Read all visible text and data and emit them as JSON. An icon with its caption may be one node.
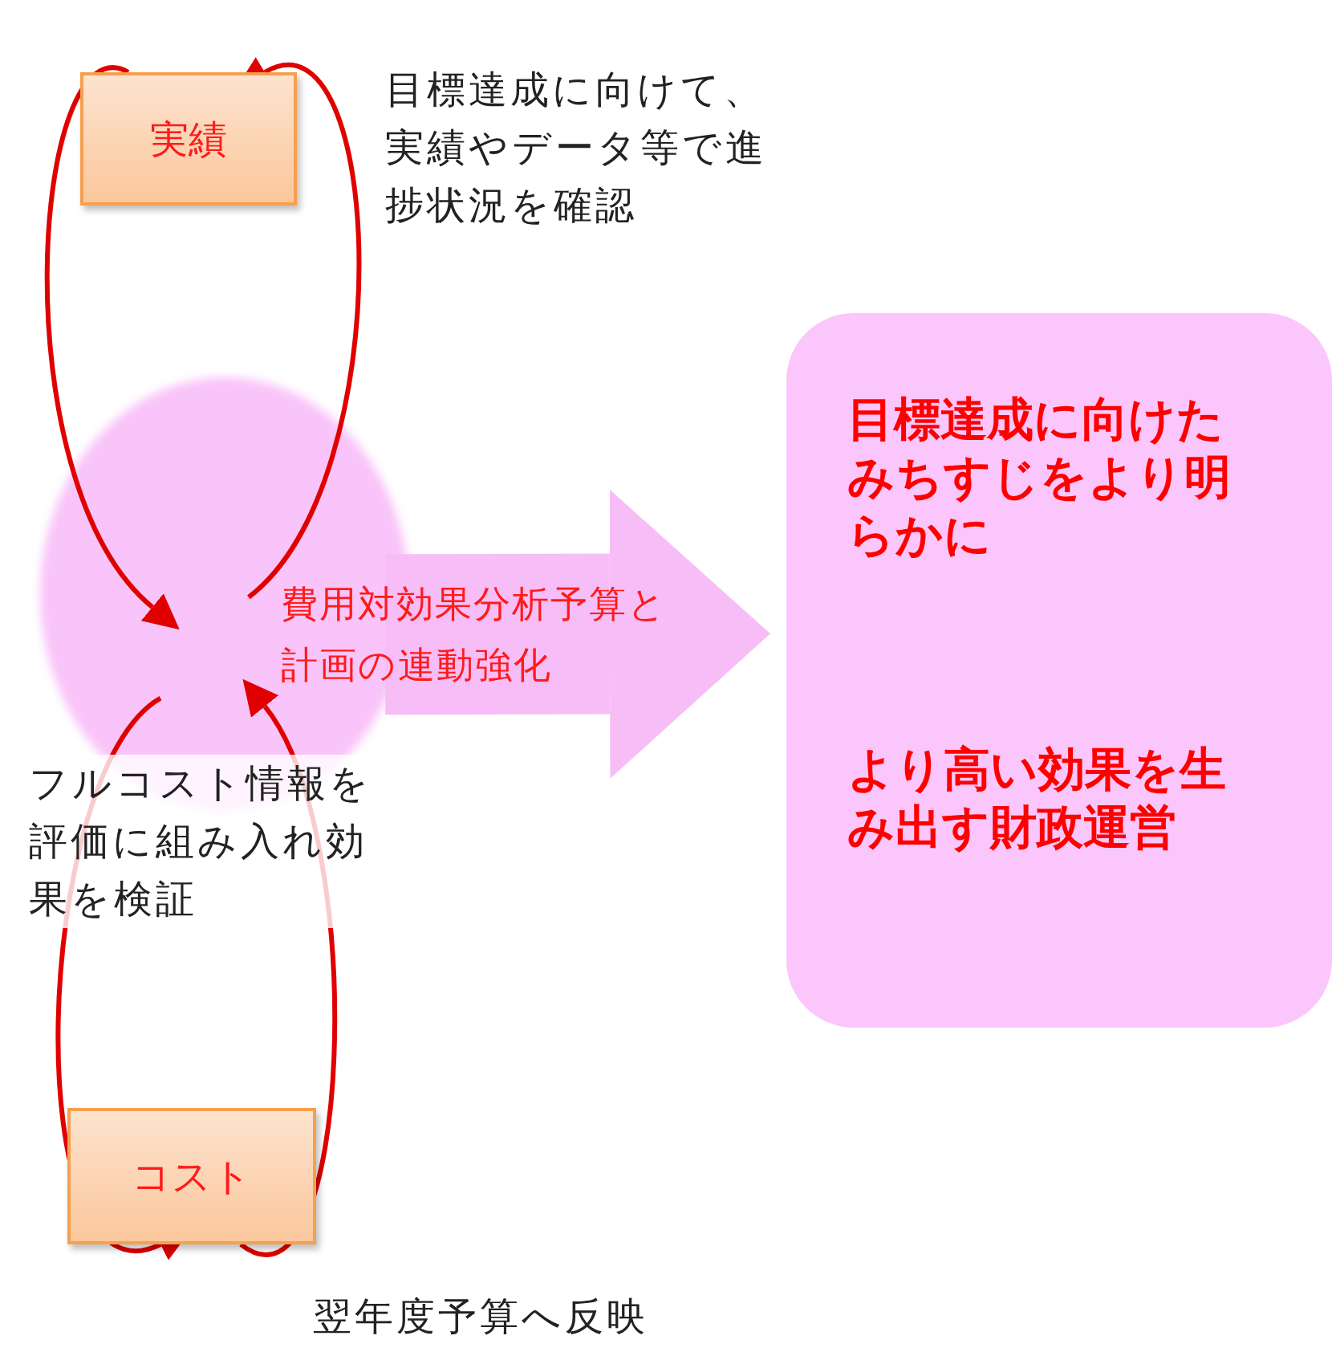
{
  "diagram": {
    "nodes": [
      {
        "text": [
          "実績"
        ]
      },
      {
        "text": [
          "コスト"
        ]
      },
      {
        "text": [],
        "shape": "circle"
      },
      {
        "text": [
          "目標達成に向けたみちすじをより明らかに",
          "より高い効果を生み出す財政運営"
        ]
      }
    ],
    "edges": [
      {
        "from": 0,
        "to": 2,
        "arrow": "to"
      },
      {
        "from": 2,
        "to": 0,
        "arrow": "to"
      },
      {
        "from": 2,
        "to": 1,
        "arrow": "to"
      },
      {
        "from": 1,
        "to": 2,
        "arrow": "to"
      },
      {
        "from": 2,
        "to": 3,
        "arrow": "to",
        "label": "費用対効果分析予算と計画の連動強化",
        "style": "thick",
        "color": "#f7bdf7"
      }
    ],
    "labels": [
      "目標達成に向けて、実績やデータ等で進捗状況を確認",
      "フルコスト情報を評価に組み入れ効果を検証",
      "翌年度予算へ反映"
    ]
  }
}
